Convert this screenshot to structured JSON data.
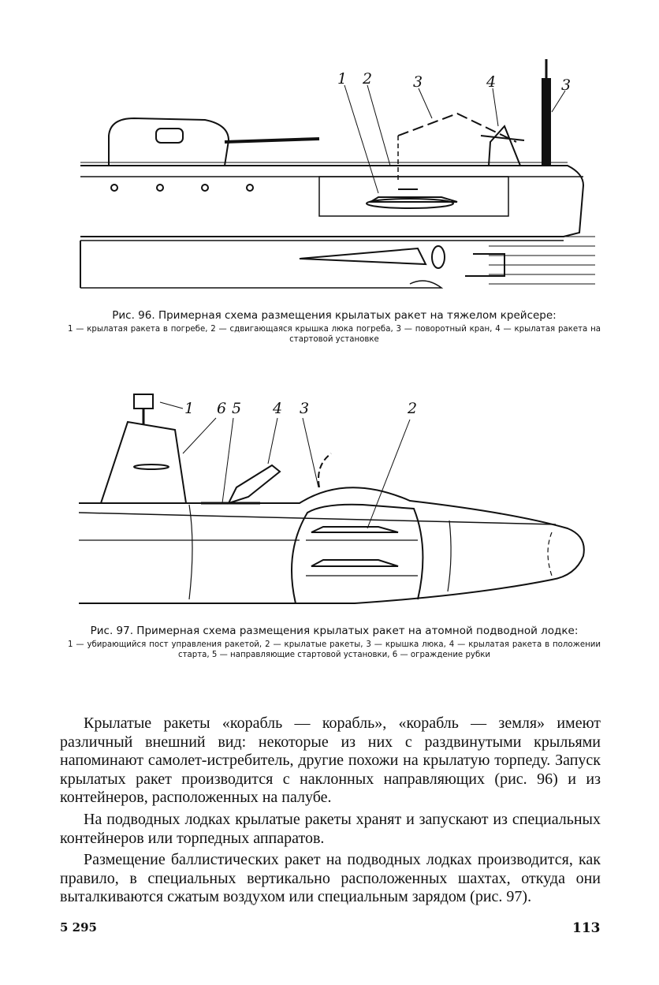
{
  "figure96": {
    "labels": [
      "1",
      "2",
      "3",
      "4",
      "3"
    ],
    "caption_title": "Рис. 96. Примерная схема размещения крылатых ракет на тяжелом крейсере:",
    "caption_legend": "1 — крылатая ракета в погребе, 2 — сдвигающаяся крышка люка погреба, 3 — поворотный кран, 4 — крылатая ракета на стартовой установке"
  },
  "figure97": {
    "labels": [
      "1",
      "6",
      "5",
      "4",
      "3",
      "2"
    ],
    "caption_title": "Рис. 97. Примерная схема размещения крылатых ракет на атомной подводной лодке:",
    "caption_legend": "1 — убирающийся пост управления ракетой, 2 — крылатые ракеты, 3 — крышка люка, 4 — крылатая ракета в положении старта, 5 — направляющие стартовой установки, 6 — ограждение рубки"
  },
  "body": {
    "p1": "Крылатые ракеты «корабль — корабль», «корабль — земля» имеют различный внешний вид: некоторые из них с раздвинутыми крыльями напоминают самолет-истребитель, другие похожи на крылатую торпеду. Запуск крылатых ракет производится с наклонных направляющих (рис. 96) и из контейнеров, расположенных на палубе.",
    "p2": "На подводных лодках крылатые ракеты хранят и запускают из специальных контейнеров или торпедных аппаратов.",
    "p3": "Размещение баллистических ракет на подводных лодках производится, как правило, в специальных вертикально расположенных шахтах, откуда они выталкиваются сжатым воздухом или специальным зарядом (рис. 97)."
  },
  "footer": {
    "signature": "5 295",
    "page_number": "113"
  }
}
